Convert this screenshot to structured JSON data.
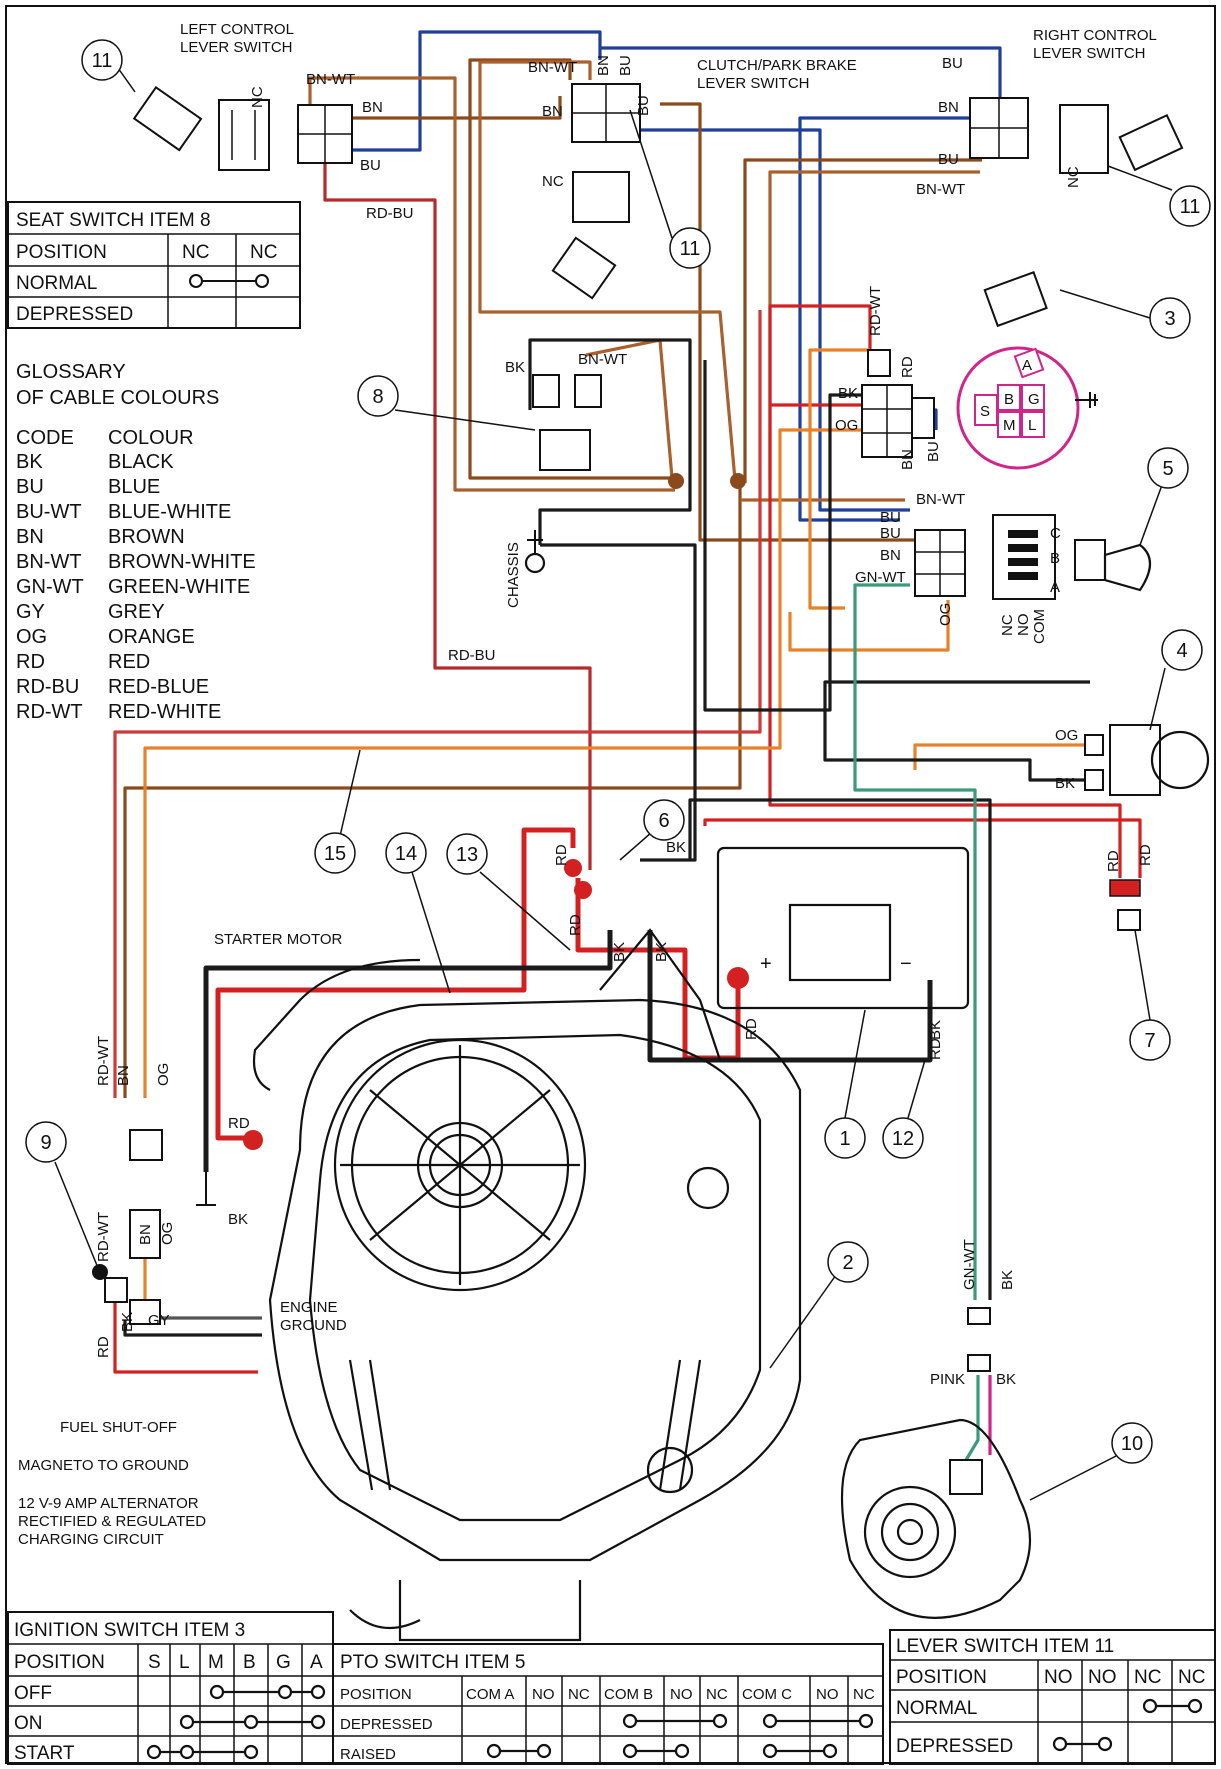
{
  "colors": {
    "BK": "#1a1a1a",
    "BU": "#1f3f9a",
    "BN": "#8a4a1c",
    "BN_WT": "#a9602c",
    "RD": "#d32020",
    "OG": "#e8822a",
    "GY": "#555555",
    "GN_WT": "#3a9a7a",
    "RD_BU": "#b52a2a",
    "RD_WT": "#cc3a3a",
    "PINK": "#d0258a"
  },
  "labels": {
    "left_lever": "LEFT CONTROL\nLEVER SWITCH",
    "right_lever": "RIGHT CONTROL\nLEVER SWITCH",
    "clutch": "CLUTCH/PARK BRAKE\nLEVER SWITCH",
    "chassis": "CHASSIS",
    "starter_motor": "STARTER MOTOR",
    "engine_ground": "ENGINE\nGROUND",
    "fuel_shutoff": "FUEL SHUT-OFF",
    "magneto": "MAGNETO TO GROUND",
    "alternator": "12 V-9 AMP ALTERNATOR\nRECTIFIED & REGULATED\nCHARGING CIRCUIT",
    "pink": "PINK",
    "pto_terms": [
      "NC",
      "NO",
      "COM"
    ],
    "pto_pins": [
      "C",
      "B",
      "A"
    ],
    "ign_pins": [
      "A",
      "B",
      "G",
      "S",
      "M",
      "L"
    ],
    "sw_nc": "NC"
  },
  "wire_tags": [
    {
      "id": "t1",
      "text": "BN-WT"
    },
    {
      "id": "t2",
      "text": "BN"
    },
    {
      "id": "t3",
      "text": "BU"
    },
    {
      "id": "t4",
      "text": "BN-WT"
    },
    {
      "id": "t5",
      "text": "BN"
    },
    {
      "id": "t6",
      "text": "BU"
    },
    {
      "id": "t7",
      "text": "BN"
    },
    {
      "id": "t8",
      "text": "BU"
    },
    {
      "id": "t9",
      "text": "BU"
    },
    {
      "id": "t10",
      "text": "BN"
    },
    {
      "id": "t11",
      "text": "BN-WT"
    },
    {
      "id": "t12",
      "text": "BU"
    },
    {
      "id": "t13",
      "text": "RD-BU"
    },
    {
      "id": "t14",
      "text": "BK"
    },
    {
      "id": "t15",
      "text": "BN-WT"
    },
    {
      "id": "t16",
      "text": "RD-WT"
    },
    {
      "id": "t17",
      "text": "RD"
    },
    {
      "id": "t18",
      "text": "BK"
    },
    {
      "id": "t19",
      "text": "OG"
    },
    {
      "id": "t20",
      "text": "BN"
    },
    {
      "id": "t21",
      "text": "BU"
    },
    {
      "id": "t22",
      "text": "BN-WT"
    },
    {
      "id": "t23",
      "text": "BU"
    },
    {
      "id": "t24",
      "text": "BU"
    },
    {
      "id": "t25",
      "text": "BN"
    },
    {
      "id": "t26",
      "text": "GN-WT"
    },
    {
      "id": "t27",
      "text": "OG"
    },
    {
      "id": "t28",
      "text": "RD-BU"
    },
    {
      "id": "t29",
      "text": "OG"
    },
    {
      "id": "t30",
      "text": "BK"
    },
    {
      "id": "t31",
      "text": "BK"
    },
    {
      "id": "t32",
      "text": "RD"
    },
    {
      "id": "t33",
      "text": "RD"
    },
    {
      "id": "t34",
      "text": "RD"
    },
    {
      "id": "t35",
      "text": "BK"
    },
    {
      "id": "t36",
      "text": "BK"
    },
    {
      "id": "t37",
      "text": "RD"
    },
    {
      "id": "t38",
      "text": "RD"
    },
    {
      "id": "t39",
      "text": "RD"
    },
    {
      "id": "t40",
      "text": "BK"
    },
    {
      "id": "t41",
      "text": "RD"
    },
    {
      "id": "t42",
      "text": "BK"
    },
    {
      "id": "t43",
      "text": "RD-WT"
    },
    {
      "id": "t44",
      "text": "BN"
    },
    {
      "id": "t45",
      "text": "OG"
    },
    {
      "id": "t46",
      "text": "RD-WT"
    },
    {
      "id": "t47",
      "text": "BN"
    },
    {
      "id": "t48",
      "text": "OG"
    },
    {
      "id": "t49",
      "text": "RD"
    },
    {
      "id": "t50",
      "text": "BK"
    },
    {
      "id": "t51",
      "text": "GY"
    },
    {
      "id": "t52",
      "text": "GN-WT"
    },
    {
      "id": "t53",
      "text": "BK"
    },
    {
      "id": "t54",
      "text": "BK"
    },
    {
      "id": "t55",
      "text": "NC"
    },
    {
      "id": "t56",
      "text": "NC"
    },
    {
      "id": "t57",
      "text": "NC"
    }
  ],
  "callouts": [
    "1",
    "2",
    "3",
    "4",
    "5",
    "6",
    "7",
    "8",
    "9",
    "10",
    "11",
    "11",
    "11",
    "12",
    "13",
    "14",
    "15"
  ],
  "seat_switch": {
    "title": "SEAT SWITCH ITEM 8",
    "headers": [
      "POSITION",
      "NC",
      "NC"
    ],
    "rows": [
      "NORMAL",
      "DEPRESSED"
    ]
  },
  "glossary": {
    "title": "GLOSSARY\nOF CABLE COLOURS",
    "header": [
      "CODE",
      "COLOUR"
    ],
    "entries": [
      {
        "code": "BK",
        "colour": "BLACK"
      },
      {
        "code": "BU",
        "colour": "BLUE"
      },
      {
        "code": "BU-WT",
        "colour": "BLUE-WHITE"
      },
      {
        "code": "BN",
        "colour": "BROWN"
      },
      {
        "code": "BN-WT",
        "colour": "BROWN-WHITE"
      },
      {
        "code": "GN-WT",
        "colour": "GREEN-WHITE"
      },
      {
        "code": "GY",
        "colour": "GREY"
      },
      {
        "code": "OG",
        "colour": "ORANGE"
      },
      {
        "code": "RD",
        "colour": "RED"
      },
      {
        "code": "RD-BU",
        "colour": "RED-BLUE"
      },
      {
        "code": "RD-WT",
        "colour": "RED-WHITE"
      }
    ]
  },
  "ignition_switch": {
    "title": "IGNITION SWITCH ITEM 3",
    "headers": [
      "POSITION",
      "S",
      "L",
      "M",
      "B",
      "G",
      "A"
    ],
    "rows": [
      "OFF",
      "ON",
      "START"
    ]
  },
  "pto_switch": {
    "title": "PTO SWITCH ITEM 5",
    "headers": [
      "POSITION",
      "COM A",
      "NO",
      "NC",
      "COM B",
      "NO",
      "NC",
      "COM C",
      "NO",
      "NC"
    ],
    "rows": [
      "DEPRESSED",
      "RAISED"
    ]
  },
  "lever_switch": {
    "title": "LEVER SWITCH ITEM 11",
    "headers": [
      "POSITION",
      "NO",
      "NO",
      "NC",
      "NC"
    ],
    "rows": [
      "NORMAL",
      "DEPRESSED"
    ]
  }
}
